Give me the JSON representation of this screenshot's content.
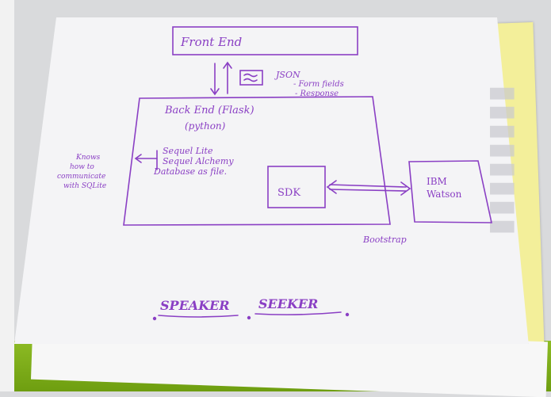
{
  "sketch": {
    "front_end": "Front End",
    "json_label": "JSON",
    "json_items": [
      "- Form fields",
      "- Response"
    ],
    "back_end_title": "Back End (Flask)",
    "back_end_sub": "(python)",
    "db_lines": [
      "Sequel Lite",
      "Sequel Alchemy",
      "Database as file."
    ],
    "side_note": [
      "Knows",
      "how to",
      "communicate",
      "with SQLite"
    ],
    "sdk": "SDK",
    "ibm": [
      "IBM",
      "Watson"
    ],
    "bootstrap": "Bootstrap",
    "project_title": [
      "SPEAKER",
      "SEEKER"
    ]
  },
  "colors": {
    "ink": "#8a3fc4",
    "paper": "#f4f4f6",
    "green": "#7fae1a",
    "yellow_pad": "#f3ef9a"
  }
}
